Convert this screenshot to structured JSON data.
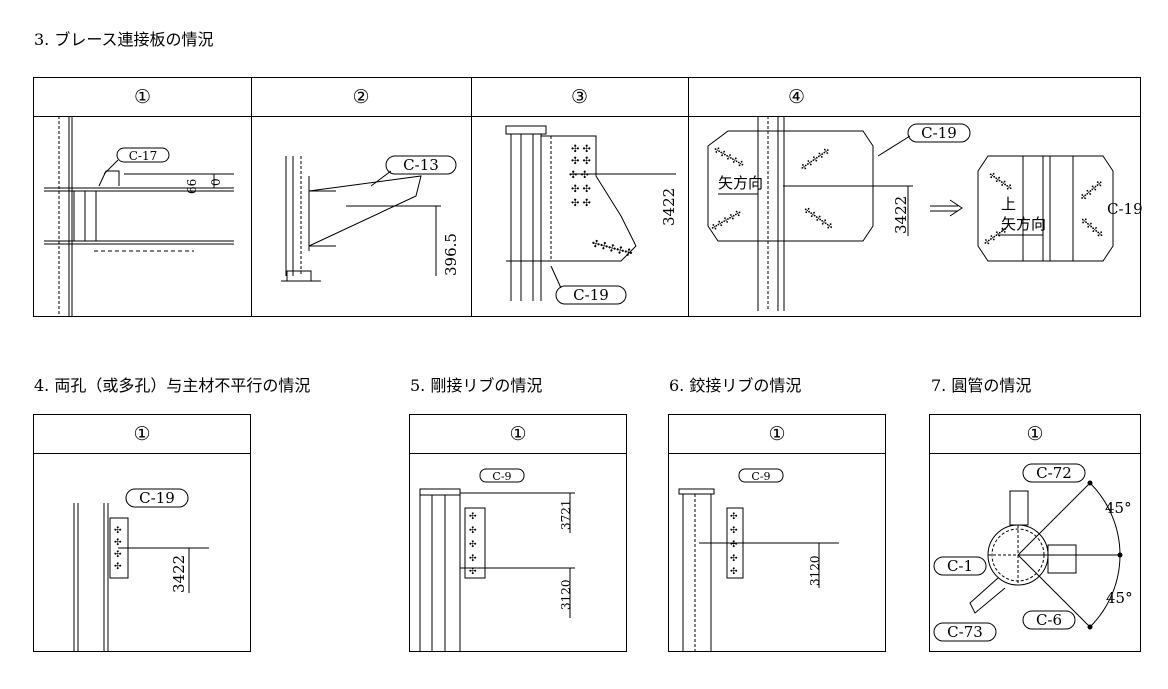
{
  "sections": {
    "s3": {
      "title": "3. ブレース連接板の情況",
      "cells": [
        "①",
        "②",
        "③",
        "④"
      ]
    },
    "s4": {
      "title": "4. 両孔（或多孔）与主材不平行の情況",
      "cell": "①"
    },
    "s5": {
      "title": "5. 剛接リブの情況",
      "cell": "①"
    },
    "s6": {
      "title": "6. 鉸接リブの情況",
      "cell": "①"
    },
    "s7": {
      "title": "7. 圓管の情況",
      "cell": "①"
    }
  },
  "labels": {
    "c17": "C-17",
    "c13": "C-13",
    "c19": "C-19",
    "c9": "C-9",
    "c72": "C-72",
    "c1": "C-1",
    "c73": "C-73",
    "c6": "C-6"
  },
  "dims": {
    "d66": "66",
    "d0": "0",
    "d3965": "396.5",
    "d3422": "3422",
    "d3721": "3721",
    "d3120": "3120",
    "ang45": "45°"
  },
  "text": {
    "arrow_dir": "矢方向",
    "up": "上"
  }
}
